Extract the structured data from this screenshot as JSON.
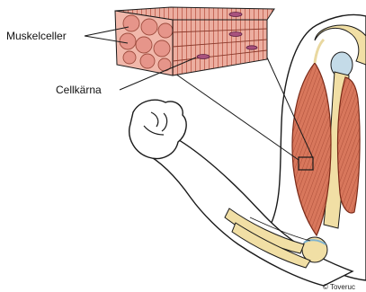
{
  "labels": {
    "muscle_cells": "Muskelceller",
    "cell_nucleus": "Cellkärna"
  },
  "copyright": "© Toveruc",
  "colors": {
    "muscle_fill": "#d8775c",
    "muscle_stripe": "#a24530",
    "cell_fill": "#ecaea0",
    "cell_stripe": "#c66a5a",
    "bone_fill": "#f1dfa5",
    "cartilage": "#c4dbe8",
    "outline": "#1a1a1a"
  },
  "icons": [
    "arm-illustration",
    "muscle-tissue-block"
  ]
}
